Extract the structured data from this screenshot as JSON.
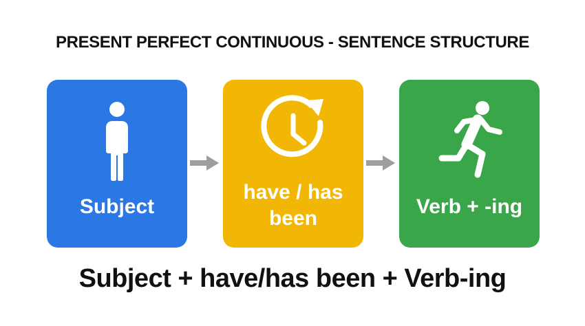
{
  "title": "PRESENT PERFECT CONTINUOUS - SENTENCE STRUCTURE",
  "steps": [
    {
      "label": "Subject",
      "icon": "person-icon",
      "color": "#2b77e4"
    },
    {
      "label_line1": "have / has",
      "label_line2": "been",
      "icon": "clock-refresh-icon",
      "color": "#f2b705"
    },
    {
      "label": "Verb + -ing",
      "icon": "running-person-icon",
      "color": "#3aa64a"
    }
  ],
  "arrow_color": "#9e9e9e",
  "formula": "Subject + have/has been + Verb-ing"
}
